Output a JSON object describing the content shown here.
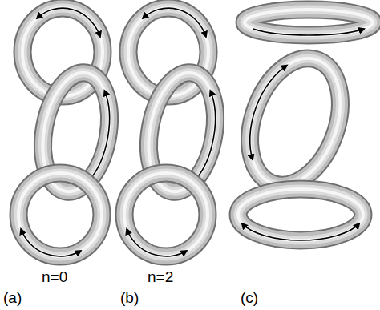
{
  "diagram": {
    "labels": [
      "n=0",
      "n=2",
      "(a)",
      "(b)",
      "(c)"
    ]
  }
}
